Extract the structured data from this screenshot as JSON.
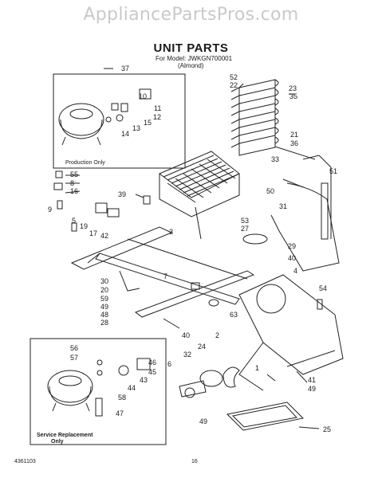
{
  "watermark": "AppliancePartsPros.com",
  "title": "UNIT PARTS",
  "model_line1": "For Model: JWKGN700001",
  "model_line2": "(Almond)",
  "box_labels": {
    "production": "Production Only",
    "service_line1": "Service Replacement",
    "service_line2": "Only"
  },
  "callouts": [
    "1",
    "2",
    "3",
    "4",
    "5",
    "6",
    "7",
    "8",
    "9",
    "10",
    "11",
    "12",
    "13",
    "14",
    "15",
    "16",
    "17",
    "19",
    "20",
    "21",
    "22",
    "23",
    "24",
    "25",
    "27",
    "28",
    "29",
    "30",
    "31",
    "32",
    "33",
    "35",
    "36",
    "37",
    "39",
    "40",
    "40",
    "41",
    "42",
    "43",
    "44",
    "45",
    "46",
    "47",
    "48",
    "49",
    "49",
    "49",
    "50",
    "51",
    "52",
    "53",
    "54",
    "55",
    "56",
    "57",
    "58",
    "59",
    "63"
  ],
  "footer": {
    "code": "4361103",
    "page": "16"
  }
}
